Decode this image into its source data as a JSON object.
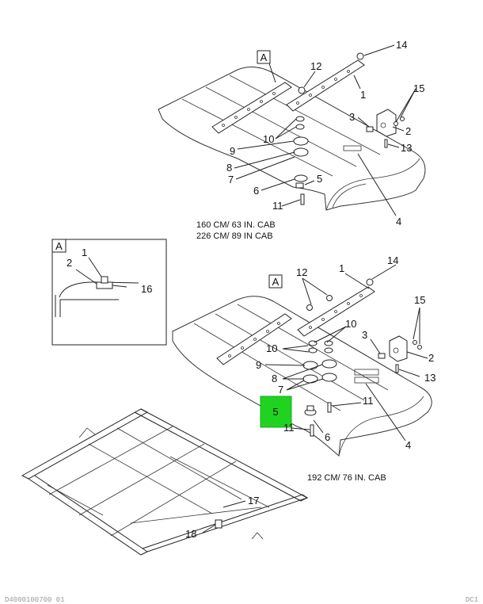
{
  "diagram": {
    "callouts": {
      "top": [
        "A",
        "14",
        "12",
        "1",
        "15",
        "3",
        "2",
        "10",
        "9",
        "13",
        "8",
        "7",
        "5",
        "6",
        "11",
        "4"
      ],
      "detail": [
        "A",
        "1",
        "2",
        "16"
      ],
      "middle": [
        "A",
        "12",
        "1",
        "14",
        "15",
        "10",
        "3",
        "10",
        "2",
        "9",
        "13",
        "8",
        "7",
        "5",
        "11",
        "6",
        "11",
        "4"
      ],
      "frame": [
        "17",
        "18"
      ]
    },
    "cab_labels": {
      "top_line1": "160 CM/ 63 IN. CAB",
      "top_line2": "226 CM/ 89 IN CAB",
      "middle": "192 CM/ 76 IN. CAB"
    },
    "highlight": {
      "label": "5",
      "color": "#21d321"
    },
    "footer": {
      "left": "D4000100700 01",
      "right": "DC1"
    }
  }
}
